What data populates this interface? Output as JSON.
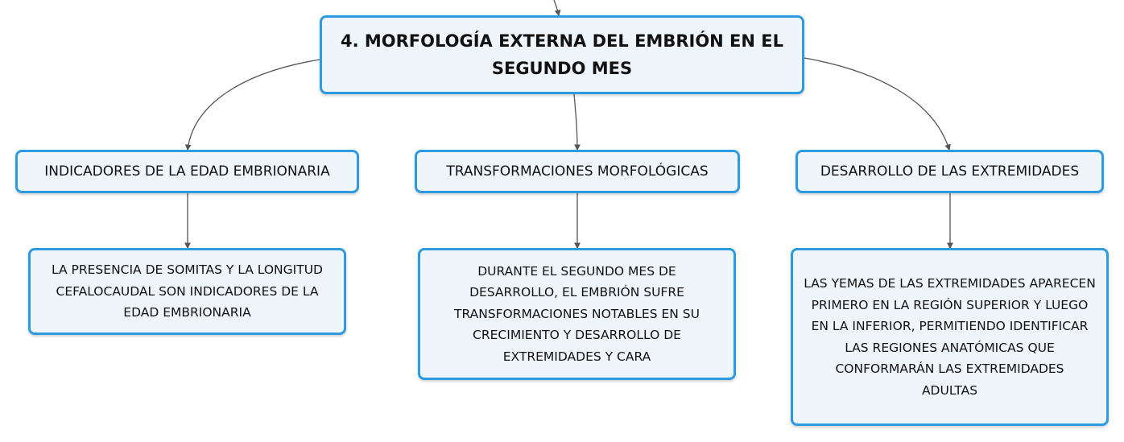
{
  "root": {
    "label": "4. MORFOLOGÍA EXTERNA DEL EMBRIÓN EN EL\nSEGUNDO MES"
  },
  "branches": [
    {
      "label": "INDICADORES DE LA EDAD EMBRIONARIA",
      "detail": "LA PRESENCIA DE SOMITAS Y LA LONGITUD\nCEFALOCAUDAL SON INDICADORES DE LA\nEDAD EMBRIONARIA"
    },
    {
      "label": "TRANSFORMACIONES MORFOLÓGICAS",
      "detail": "DURANTE EL SEGUNDO MES DE\nDESARROLLO, EL EMBRIÓN SUFRE\nTRANSFORMACIONES NOTABLES EN SU\nCRECIMIENTO Y DESARROLLO DE\nEXTREMIDADES Y CARA"
    },
    {
      "label": "DESARROLLO DE LAS EXTREMIDADES",
      "detail": "LAS YEMAS DE LAS EXTREMIDADES APARECEN\nPRIMERO EN LA REGIÓN SUPERIOR Y LUEGO\nEN LA INFERIOR, PERMITIENDO IDENTIFICAR\nLAS REGIONES ANATÓMICAS QUE\nCONFORMARÁN LAS EXTREMIDADES\nADULTAS"
    }
  ],
  "colors": {
    "node_border": "#2e9be0",
    "node_fill": "#eef6fc",
    "connector": "#555555",
    "text": "#111111"
  }
}
